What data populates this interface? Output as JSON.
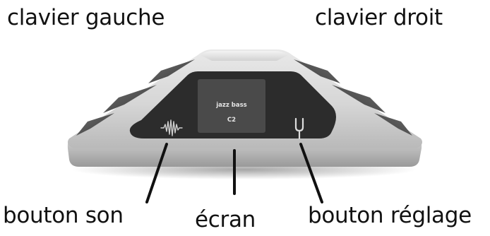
{
  "labels": {
    "left_keyboard": "clavier gauche",
    "right_keyboard": "clavier droit",
    "sound_button": "bouton son",
    "screen": "écran",
    "settings_button": "bouton réglage"
  },
  "screen_display": {
    "preset_name": "jazz bass",
    "note": "C2"
  },
  "icons": {
    "sound": "waveform-icon",
    "settings": "tuning-fork-icon"
  },
  "colors": {
    "body_light": "#d8d8d8",
    "body_shadow": "#8a8a8a",
    "panel": "#2c2c2c",
    "screen": "#4a4a4a",
    "screen_text": "#e4e4e4",
    "pointer": "#111111"
  }
}
